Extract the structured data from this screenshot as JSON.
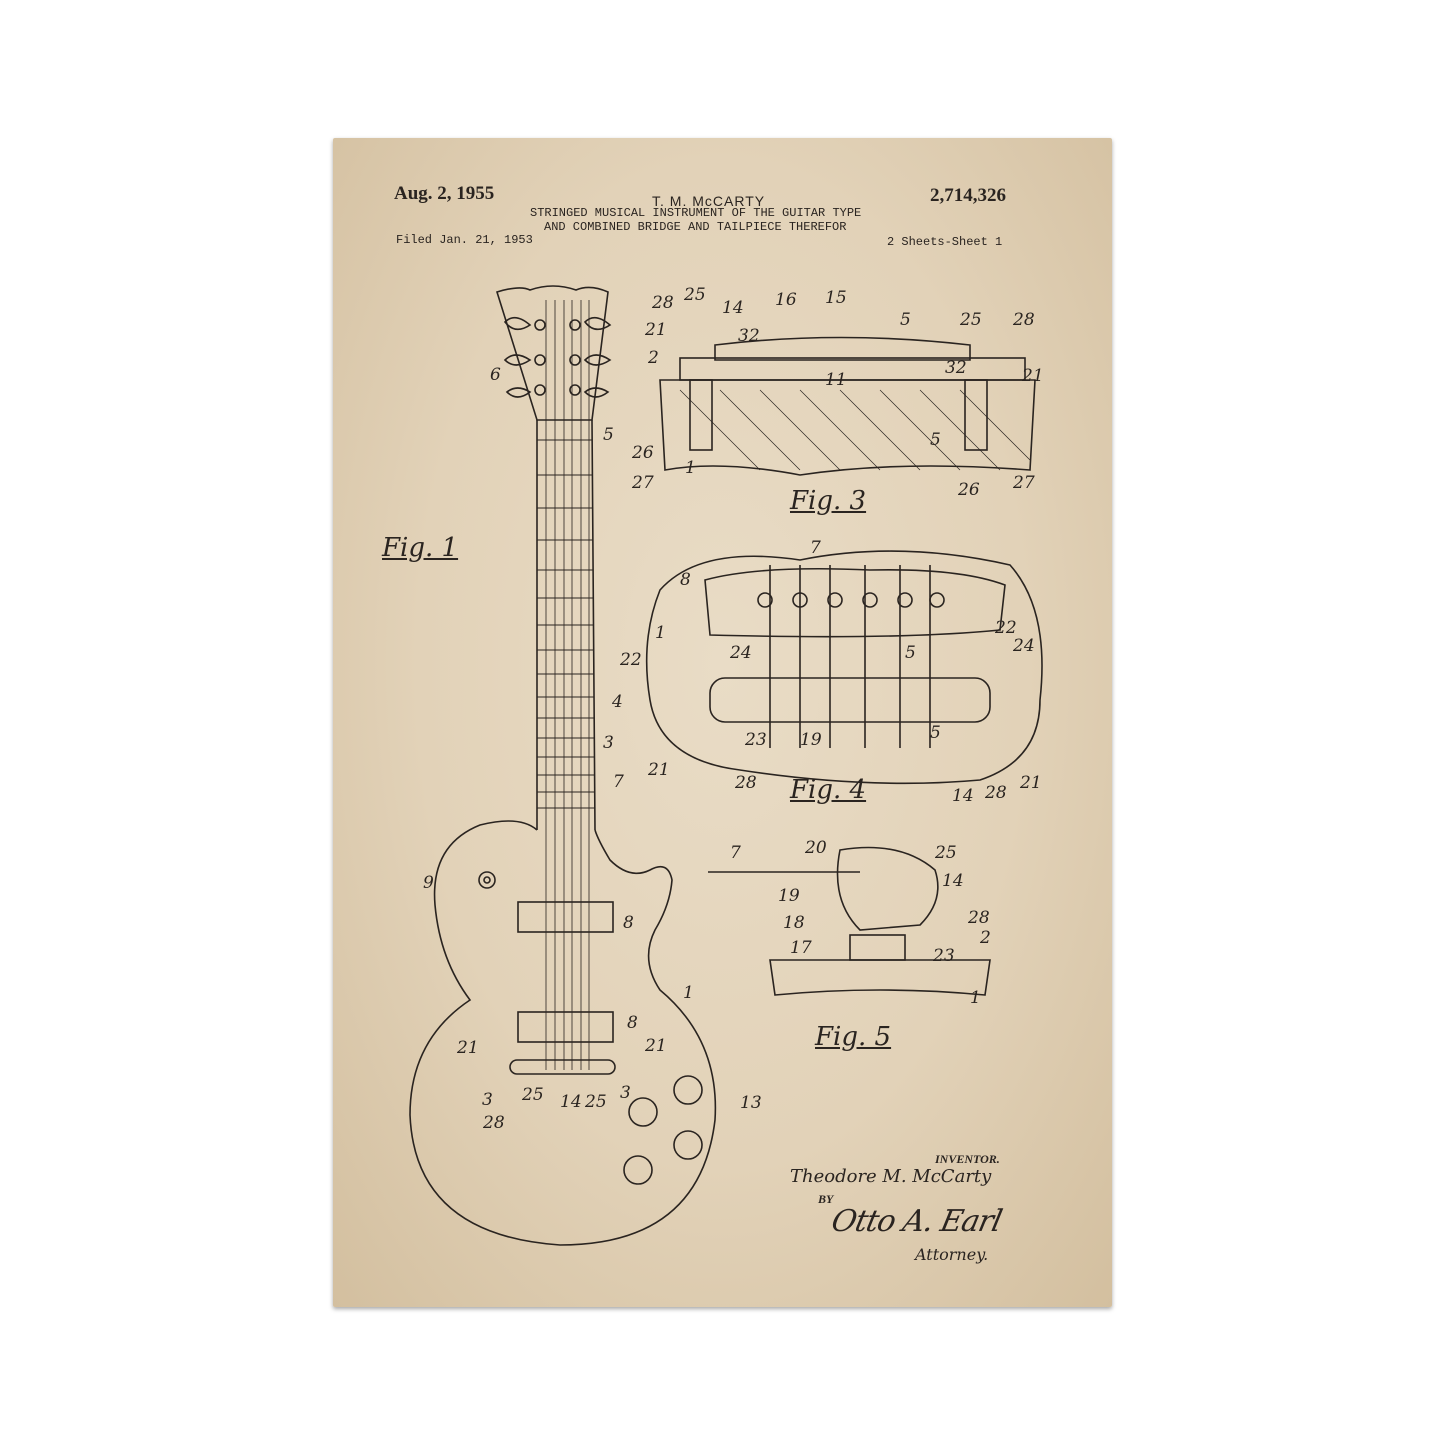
{
  "header": {
    "date": "Aug. 2, 1955",
    "inventor_name": "T. M. McCARTY",
    "patent_number": "2,714,326",
    "title_line1": "STRINGED MUSICAL INSTRUMENT OF THE GUITAR TYPE",
    "title_line2": "AND COMBINED BRIDGE AND TAILPIECE THEREFOR",
    "filed": "Filed Jan. 21, 1953",
    "sheets": "2 Sheets-Sheet 1"
  },
  "figures": {
    "fig1": "Fig. 1",
    "fig3": "Fig. 3",
    "fig4": "Fig. 4",
    "fig5": "Fig. 5"
  },
  "fig1_labels": [
    "6",
    "5",
    "4",
    "3",
    "7",
    "9",
    "8",
    "1",
    "8",
    "21",
    "21",
    "3",
    "25",
    "14",
    "25",
    "3",
    "28",
    "13"
  ],
  "fig3_labels": [
    "28",
    "25",
    "14",
    "16",
    "15",
    "5",
    "25",
    "28",
    "21",
    "2",
    "32",
    "11",
    "32",
    "21",
    "5",
    "26",
    "27",
    "1",
    "26",
    "27"
  ],
  "fig4_labels": [
    "7",
    "8",
    "1",
    "22",
    "24",
    "5",
    "22",
    "24",
    "21",
    "23",
    "19",
    "5",
    "14",
    "28",
    "21",
    "28"
  ],
  "fig5_labels": [
    "7",
    "20",
    "25",
    "19",
    "14",
    "18",
    "28",
    "17",
    "23",
    "2",
    "1"
  ],
  "signature": {
    "inventor_label": "INVENTOR.",
    "inventor": "Theodore M. McCarty",
    "by": "BY",
    "attorney_signature": "Otto A. Earl",
    "attorney": "Attorney."
  },
  "colors": {
    "ink": "#2a2420",
    "paper": "#e5d7bf"
  }
}
